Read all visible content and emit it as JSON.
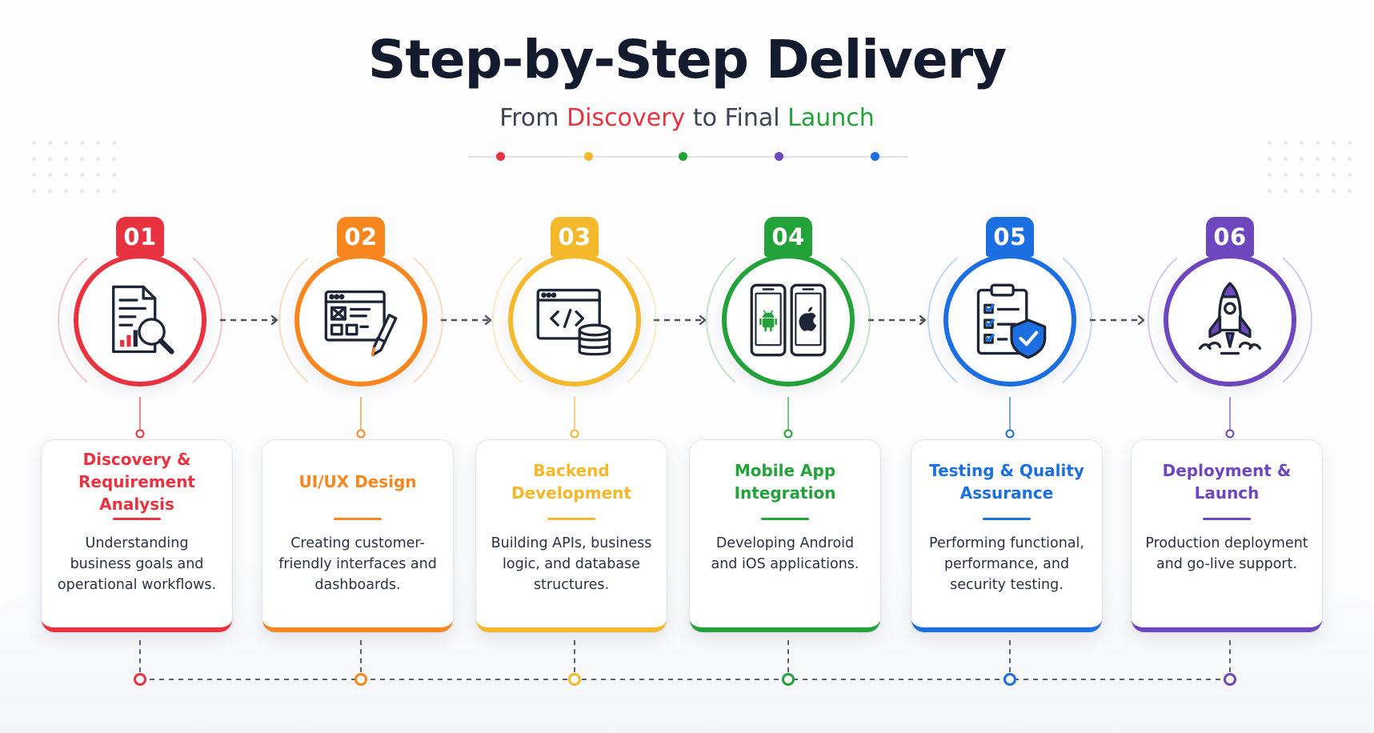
{
  "header": {
    "title": "Step-by-Step Delivery",
    "subtitle_prefix": "From",
    "subtitle_highlight_1": "Discovery",
    "subtitle_middle": "to Final",
    "subtitle_highlight_2": "Launch"
  },
  "colors": {
    "red": "#e8323f",
    "orange": "#f7861e",
    "yellow": "#f5b82a",
    "green": "#23a23a",
    "blue": "#1c6fe0",
    "purple": "#6e47bf"
  },
  "steps": [
    {
      "number": "01",
      "title": "Discovery & Requirement Analysis",
      "description": "Understanding business goals and operational workflows.",
      "icon": "document-search-icon",
      "color": "#e8323f"
    },
    {
      "number": "02",
      "title": "UI/UX Design",
      "description": "Creating customer-friendly interfaces and dashboards.",
      "icon": "wireframe-pen-icon",
      "color": "#f7861e"
    },
    {
      "number": "03",
      "title": "Backend Development",
      "description": "Building APIs, business logic, and database structures.",
      "icon": "code-database-icon",
      "color": "#f5b82a"
    },
    {
      "number": "04",
      "title": "Mobile App Integration",
      "description": "Developing Android and iOS applications.",
      "icon": "android-ios-phones-icon",
      "color": "#23a23a"
    },
    {
      "number": "05",
      "title": "Testing & Quality Assurance",
      "description": "Performing functional, performance, and security testing.",
      "icon": "checklist-shield-icon",
      "color": "#1c6fe0"
    },
    {
      "number": "06",
      "title": "Deployment & Launch",
      "description": "Production deployment and go-live support.",
      "icon": "rocket-icon",
      "color": "#6e47bf"
    }
  ]
}
